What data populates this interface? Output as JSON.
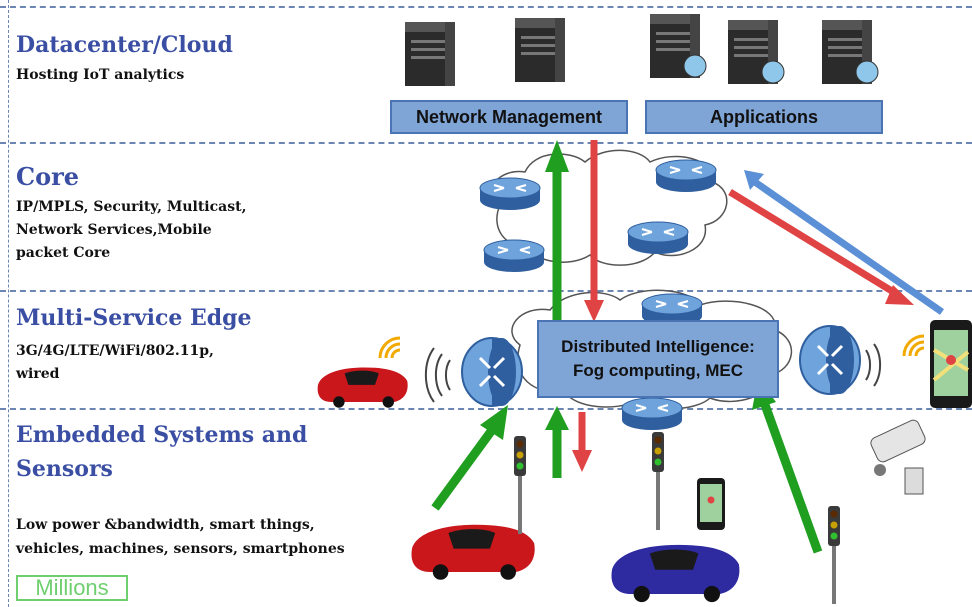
{
  "layers": {
    "datacenter": {
      "title": "Datacenter/Cloud",
      "desc": "Hosting IoT analytics"
    },
    "core": {
      "title": "Core",
      "desc_lines": [
        "IP/MPLS, Security, Multicast,",
        "Network Services,Mobile",
        "packet Core"
      ]
    },
    "edge": {
      "title": "Multi-Service Edge",
      "desc_lines": [
        "3G/4G/LTE/WiFi/802.11p,",
        "wired"
      ]
    },
    "embedded": {
      "title_lines": [
        "Embedded Systems and",
        "Sensors"
      ],
      "desc_lines": [
        "Low power &bandwidth, smart things,",
        "vehicles, machines, sensors, smartphones"
      ]
    }
  },
  "boxes": {
    "network_management": "Network Management",
    "applications": "Applications",
    "distributed_intelligence_lines": [
      "Distributed Intelligence:",
      "Fog computing, MEC"
    ]
  },
  "scale_label": "Millions",
  "colors": {
    "title_blue": "#3a4fa3",
    "box_fill": "#7fa4d6",
    "arrow_green": "#1f9e1f",
    "arrow_red": "#e04343",
    "arrow_blue": "#5b8fd6",
    "car_red": "#c9171c",
    "car_blue": "#2e2aa0",
    "router": "#4a7fc1"
  },
  "icons": [
    "server-icon",
    "router-icon",
    "cloud-icon",
    "car-icon",
    "traffic-light-icon",
    "smartphone-icon",
    "camera-icon",
    "wifi-signal-icon"
  ]
}
